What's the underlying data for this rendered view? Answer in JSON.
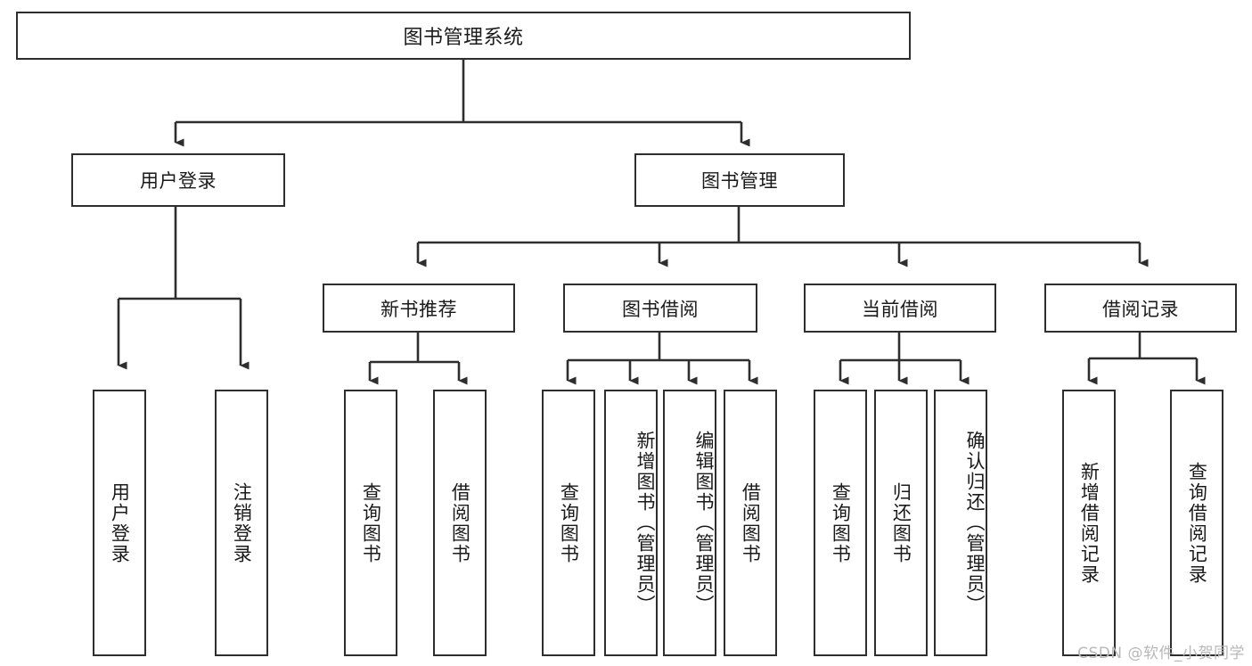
{
  "diagram": {
    "title": "图书管理系统",
    "type": "hierarchy-tree",
    "root": {
      "label": "图书管理系统"
    },
    "level2": [
      {
        "label": "用户登录"
      },
      {
        "label": "图书管理"
      }
    ],
    "level3": [
      {
        "label": "新书推荐"
      },
      {
        "label": "图书借阅"
      },
      {
        "label": "当前借阅"
      },
      {
        "label": "借阅记录"
      }
    ],
    "leaves": {
      "user_login": [
        {
          "label": "用户登录"
        },
        {
          "label": "注销登录"
        }
      ],
      "new_book_recommend": [
        {
          "label": "查询图书"
        },
        {
          "label": "借阅图书"
        }
      ],
      "book_borrow": [
        {
          "label": "查询图书"
        },
        {
          "label": "新增图书（管理员）"
        },
        {
          "label": "编辑图书（管理员）"
        },
        {
          "label": "借阅图书"
        }
      ],
      "current_borrow": [
        {
          "label": "查询图书"
        },
        {
          "label": "归还图书"
        },
        {
          "label": "确认归还（管理员）"
        }
      ],
      "borrow_record": [
        {
          "label": "新增借阅记录"
        },
        {
          "label": "查询借阅记录"
        }
      ]
    }
  },
  "watermark": {
    "text": "CSDN @软件_小贺同学"
  },
  "colors": {
    "line": "#2e2e2e",
    "box_fill": "#ffffff",
    "text": "#1a1a1a",
    "watermark": "#b8b8b8",
    "background": "#ffffff"
  }
}
